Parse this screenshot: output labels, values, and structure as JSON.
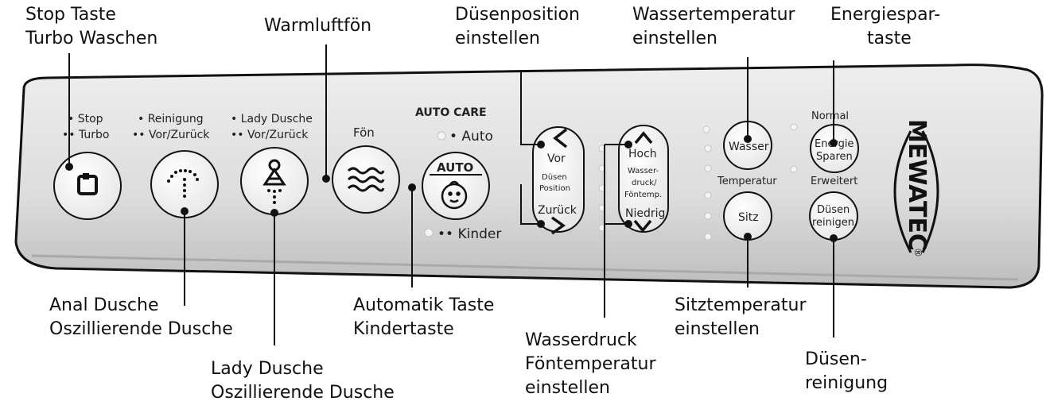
{
  "callouts": {
    "stop": {
      "line1": "Stop Taste",
      "line2": "Turbo Waschen"
    },
    "warm": {
      "line1": "Warmluftfön"
    },
    "duesenpos": {
      "line1": "Düsenposition",
      "line2": "einstellen"
    },
    "wassertemp": {
      "line1": "Wassertemperatur",
      "line2": "einstellen"
    },
    "energie": {
      "line1": "Energiespar-",
      "line2": "taste"
    },
    "anal": {
      "line1": "Anal Dusche",
      "line2": "Oszillierende Dusche"
    },
    "lady": {
      "line1": "Lady Dusche",
      "line2": "Oszillierende Dusche"
    },
    "automatik": {
      "line1": "Automatik Taste",
      "line2": "Kindertaste"
    },
    "wasserdruck": {
      "line1": "Wasserdruck",
      "line2": "Föntemperatur",
      "line3": "einstellen"
    },
    "sitztemp": {
      "line1": "Sitztemperatur",
      "line2": "einstellen"
    },
    "duesenrein": {
      "line1": "Düsen-",
      "line2": "reinigung"
    }
  },
  "panel": {
    "stop_label1": "• Stop",
    "stop_label2": "•• Turbo",
    "reinigung_label1": "• Reinigung",
    "reinigung_label2": "•• Vor/Zurück",
    "lady_label1": "• Lady Dusche",
    "lady_label2": "•• Vor/Zurück",
    "foen_label": "Fön",
    "autocare_title": "AUTO CARE",
    "auto_label": "• Auto",
    "auto_button": "AUTO",
    "kinder_label": "•• Kinder",
    "pos_vor": "Vor",
    "pos_center1": "Düsen",
    "pos_center2": "Position",
    "pos_zurueck": "Zurück",
    "druck_hoch": "Hoch",
    "druck_center1": "Wasser-",
    "druck_center2": "druck/",
    "druck_center3": "Föntemp.",
    "druck_niedrig": "Niedrig",
    "wasser_button": "Wasser",
    "temperatur_label": "Temperatur",
    "sitz_button": "Sitz",
    "normal_label": "Normal",
    "energie_button1": "Energie",
    "energie_button2": "Sparen",
    "erweitert_label": "Erweitert",
    "duesen_button1": "Düsen",
    "duesen_button2": "reinigen",
    "brand": "MEWATEC",
    "registered": "®"
  }
}
